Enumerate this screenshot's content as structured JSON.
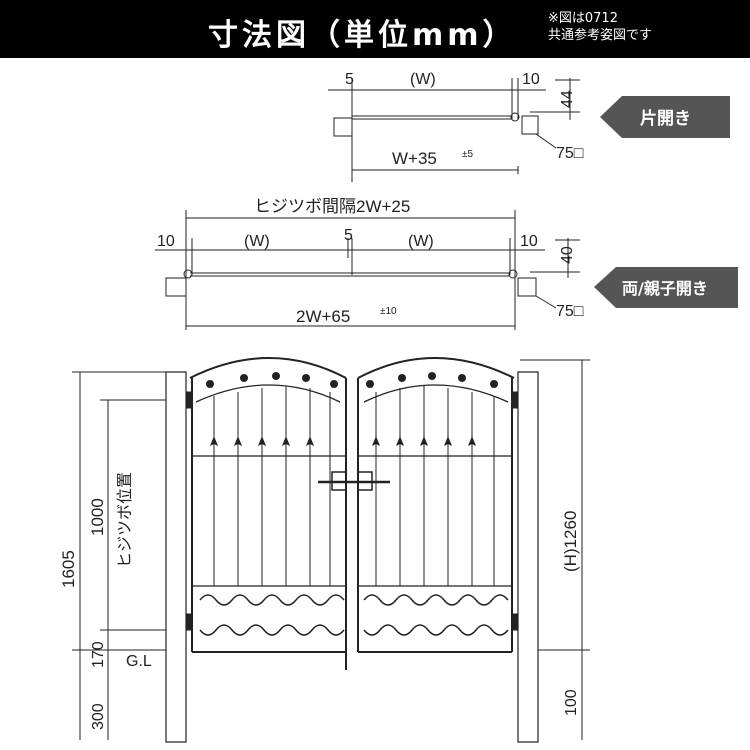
{
  "header": {
    "title": "寸法図（単位mm）",
    "note_line1": "※図は0712",
    "note_line2": "共通参考姿図です"
  },
  "single_swing": {
    "tag": "片開き",
    "dim_left": "5",
    "dim_width": "(W)",
    "dim_right": "10",
    "dim_depth": "44",
    "dim_total": "W+35",
    "dim_total_tol": "±5",
    "post_size": "75□"
  },
  "double_swing": {
    "tag": "両/親子開き",
    "hinge_spacing": "ヒジツボ間隔2W+25",
    "dim_left": "10",
    "dim_w1": "(W)",
    "dim_center": "5",
    "dim_w2": "(W)",
    "dim_right": "10",
    "dim_depth": "40",
    "dim_total": "2W+65",
    "dim_total_tol": "±10",
    "post_size": "75□"
  },
  "elevation": {
    "dim_total_height": "1605",
    "dim_hinge_height": "1000",
    "hinge_label": "ヒジツボ位置",
    "dim_clearance": "170",
    "ground_label": "G.L",
    "dim_embed_left": "300",
    "dim_gate_height": "(H)1260",
    "dim_embed_right": "100"
  },
  "colors": {
    "line": "#222222",
    "tag_fill": "#555555",
    "header_bg": "#000000"
  }
}
